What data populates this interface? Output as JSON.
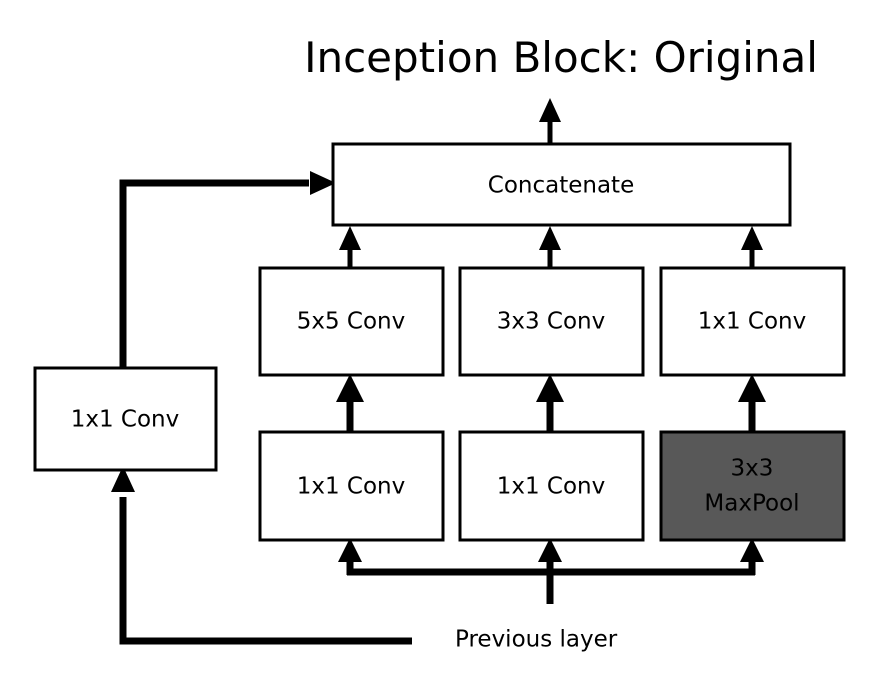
{
  "title": "Inception Block: Original",
  "colors": {
    "background": "#ffffff",
    "stroke": "#000000",
    "box_fill": "#ffffff",
    "maxpool_fill": "#585858",
    "text": "#000000"
  },
  "diagram": {
    "type": "flowchart",
    "orientation": "bottom-to-top",
    "caption": "Previous layer",
    "output_node": "Concatenate",
    "nodes": [
      {
        "id": "concat",
        "label": "Concatenate",
        "style": "white"
      },
      {
        "id": "left_1x1",
        "label": "1x1 Conv",
        "style": "white"
      },
      {
        "id": "branch1_top",
        "label": "5x5 Conv",
        "style": "white"
      },
      {
        "id": "branch2_top",
        "label": "3x3 Conv",
        "style": "white"
      },
      {
        "id": "branch3_top",
        "label": "1x1 Conv",
        "style": "white"
      },
      {
        "id": "branch1_bottom",
        "label": "1x1 Conv",
        "style": "white"
      },
      {
        "id": "branch2_bottom",
        "label": "1x1 Conv",
        "style": "white"
      },
      {
        "id": "branch3_bottom",
        "label_line1": "3x3",
        "label_line2": "MaxPool",
        "style": "filled"
      }
    ],
    "edges": [
      {
        "from": "previous-layer",
        "to": "left_1x1"
      },
      {
        "from": "previous-layer",
        "to": "branch1_bottom"
      },
      {
        "from": "previous-layer",
        "to": "branch2_bottom"
      },
      {
        "from": "previous-layer",
        "to": "branch3_bottom"
      },
      {
        "from": "branch1_bottom",
        "to": "branch1_top"
      },
      {
        "from": "branch2_bottom",
        "to": "branch2_top"
      },
      {
        "from": "branch3_bottom",
        "to": "branch3_top"
      },
      {
        "from": "branch1_top",
        "to": "concat"
      },
      {
        "from": "branch2_top",
        "to": "concat"
      },
      {
        "from": "branch3_top",
        "to": "concat"
      },
      {
        "from": "left_1x1",
        "to": "concat"
      },
      {
        "from": "concat",
        "to": "output"
      }
    ]
  }
}
